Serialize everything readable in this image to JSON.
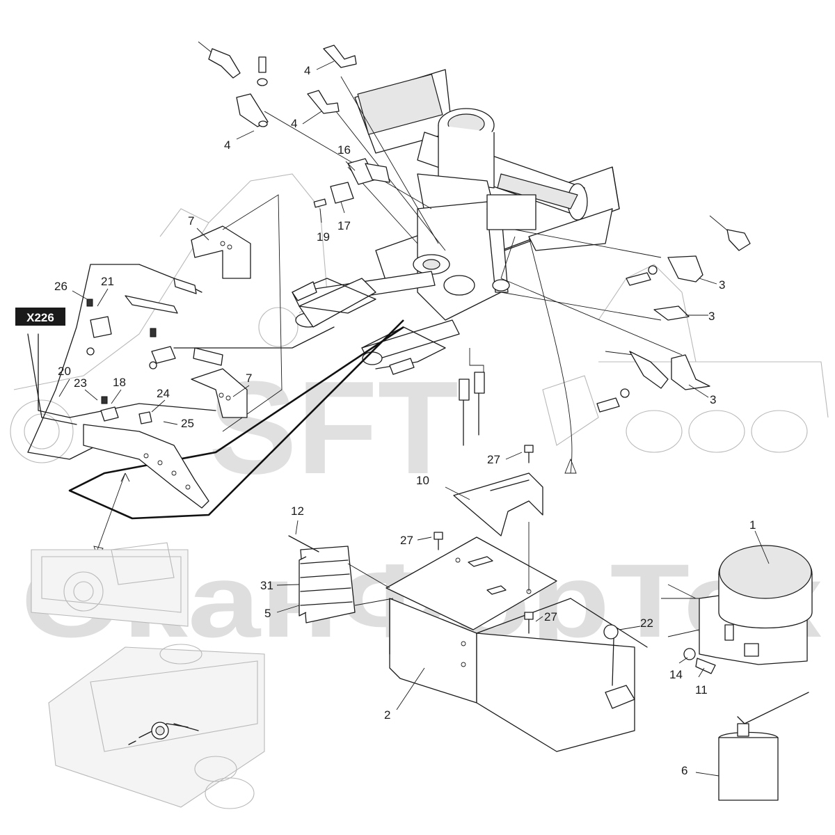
{
  "watermark": {
    "logo_text": "SFT",
    "company_text": "ОканФорТек"
  },
  "connector_tag": "X226",
  "callouts": {
    "c1": "1",
    "c2": "2",
    "c3a": "3",
    "c3b": "3",
    "c3c": "3",
    "c4a": "4",
    "c4b": "4",
    "c4c": "4",
    "c5": "5",
    "c6": "6",
    "c7a": "7",
    "c7b": "7",
    "c10": "10",
    "c11": "11",
    "c12": "12",
    "c14": "14",
    "c16": "16",
    "c17": "17",
    "c18": "18",
    "c19": "19",
    "c20": "20",
    "c21": "21",
    "c22": "22",
    "c23": "23",
    "c24": "24",
    "c25": "25",
    "c26": "26",
    "c27a": "27",
    "c27b": "27",
    "c27c": "27",
    "c31": "31"
  }
}
